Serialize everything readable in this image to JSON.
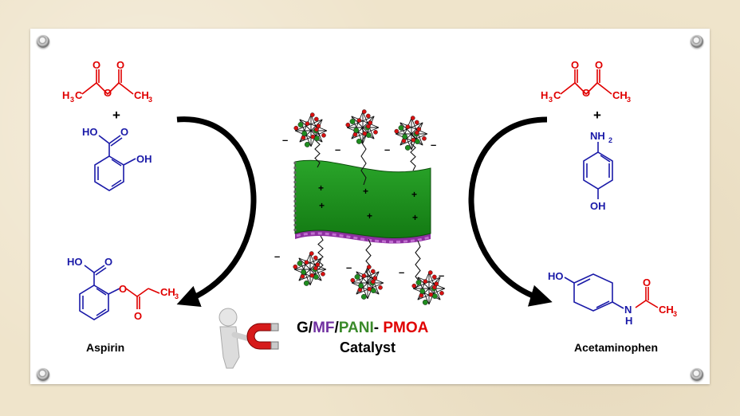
{
  "colors": {
    "reagent": "#e00000",
    "substrate": "#1a1aa8",
    "support": "#1e8c1e",
    "magnetic_layer": "#8d2fa0"
  },
  "left": {
    "reagent_atoms": {
      "c_left": "H",
      "c_left_sub": "3",
      "c_left_main": "C",
      "o_bridge": "O",
      "c_right": "CH",
      "c_right_sub": "3",
      "o_top": "O"
    },
    "plus": "+",
    "salicylic": {
      "ho": "HO",
      "o": "O",
      "oh": "OH"
    },
    "product_label": "Aspirin",
    "aspirin": {
      "ho": "HO",
      "o": "O",
      "o2": "O",
      "ch3": "CH",
      "ch3_sub": "3"
    }
  },
  "right": {
    "plus": "+",
    "aminophenol": {
      "nh2": "NH",
      "nh2_sub": "2",
      "oh": "OH"
    },
    "product_label": "Acetaminophen",
    "acetaminophen": {
      "ho": "HO",
      "n": "N",
      "h": "H",
      "o": "O",
      "ch3": "CH",
      "ch3_sub": "3"
    }
  },
  "catalyst": {
    "name_parts": [
      "G",
      "/",
      "MF",
      "/",
      "PANI",
      "- ",
      "PMOA"
    ],
    "label": "Catalyst",
    "charges_minus": "–",
    "charges_plus": "+"
  },
  "icons": [
    "magnet-icon",
    "person-icon",
    "pin-icon",
    "polyoxometalate-cluster-icon"
  ]
}
